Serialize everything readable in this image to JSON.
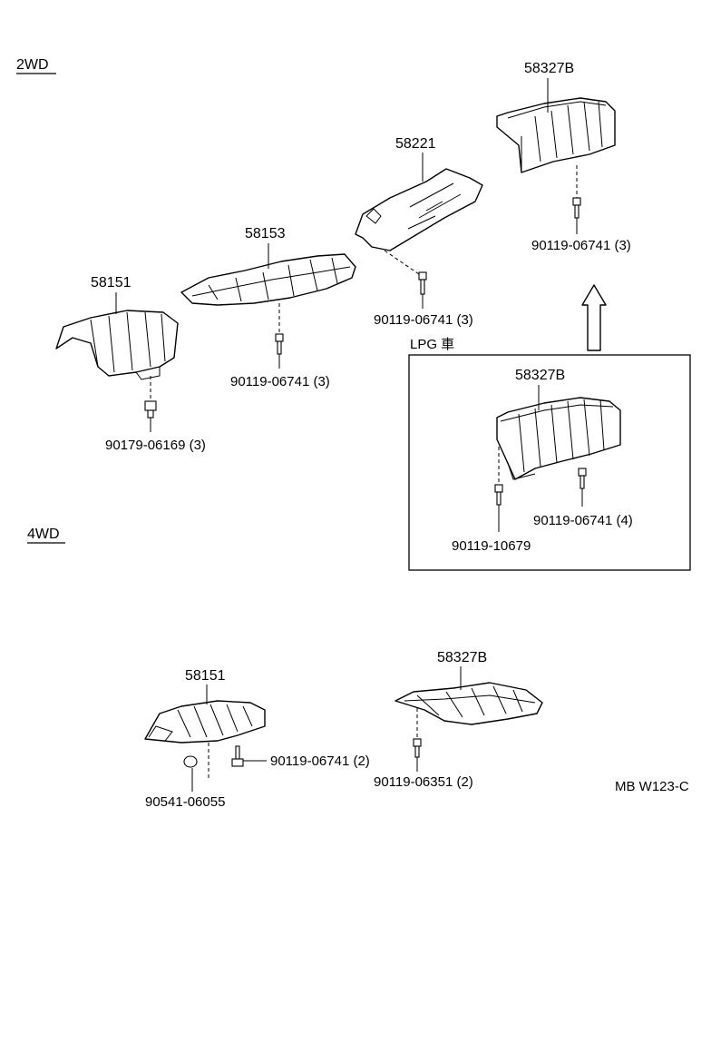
{
  "sections": {
    "two_wd": "2WD",
    "four_wd": "4WD",
    "lpg": "LPG 車"
  },
  "labels": {
    "p58327b_top": "58327B",
    "p58221": "58221",
    "p58153": "58153",
    "p58151_2wd": "58151",
    "b_90119_06741_3_a": "90119-06741 (3)",
    "b_90119_06741_3_b": "90119-06741 (3)",
    "b_90119_06741_3_c": "90119-06741 (3)",
    "b_90179_06169_3": "90179-06169 (3)",
    "p58327b_lpg": "58327B",
    "b_90119_06741_4": "90119-06741 (4)",
    "b_90119_10679": "90119-10679",
    "p58151_4wd": "58151",
    "p58327b_4wd": "58327B",
    "b_90119_06741_2": "90119-06741 (2)",
    "b_90119_06351_2": "90119-06351 (2)",
    "n_90541_06055": "90541-06055",
    "ref_code": "MB W123-C"
  }
}
